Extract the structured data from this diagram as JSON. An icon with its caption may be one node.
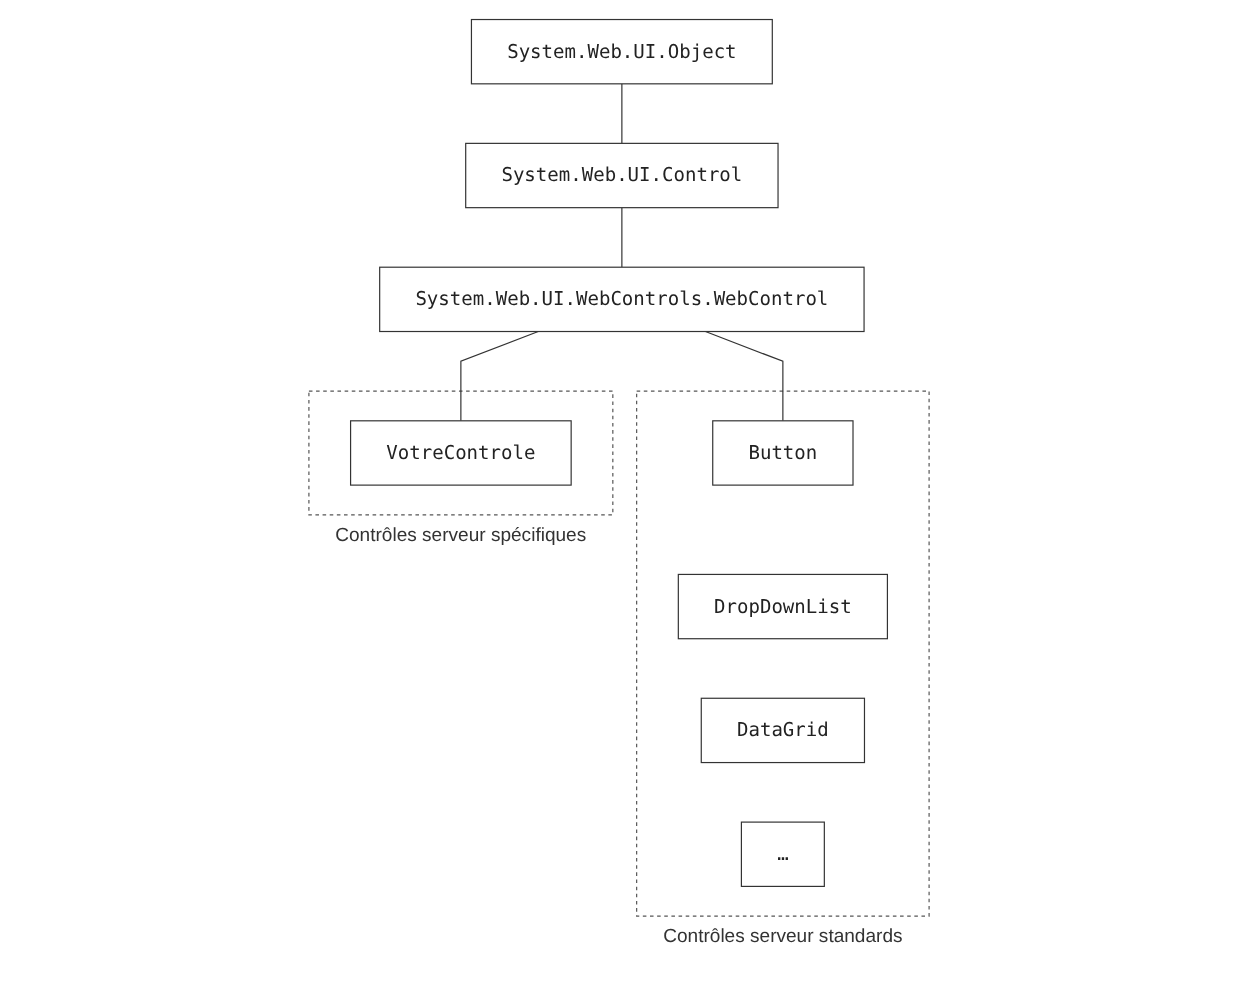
{
  "diagram": {
    "nodes": [
      {
        "text": [
          "System.Web.UI.Object"
        ]
      },
      {
        "text": [
          "System.Web.UI.Control"
        ]
      },
      {
        "text": [
          "System.Web.UI.WebControls.WebControl"
        ]
      },
      {
        "text": [
          "Contrôles serveur standards"
        ]
      },
      {
        "text": [
          "Button"
        ],
        "in": 3
      },
      {
        "text": [
          "DropDownList"
        ],
        "in": 3
      },
      {
        "text": [
          "DataGrid"
        ],
        "in": 3
      },
      {
        "text": [
          "…"
        ],
        "in": 3
      },
      {
        "text": [
          "Contrôles serveur spécifiques"
        ]
      },
      {
        "text": [
          "VotreControle"
        ],
        "in": 8
      }
    ],
    "edges": [
      {
        "from": 0,
        "to": 1,
        "arrow": "none"
      },
      {
        "from": 1,
        "to": 2,
        "arrow": "none"
      },
      {
        "from": 2,
        "to": 4,
        "arrow": "none"
      },
      {
        "from": 2,
        "to": 9,
        "arrow": "none"
      }
    ]
  }
}
